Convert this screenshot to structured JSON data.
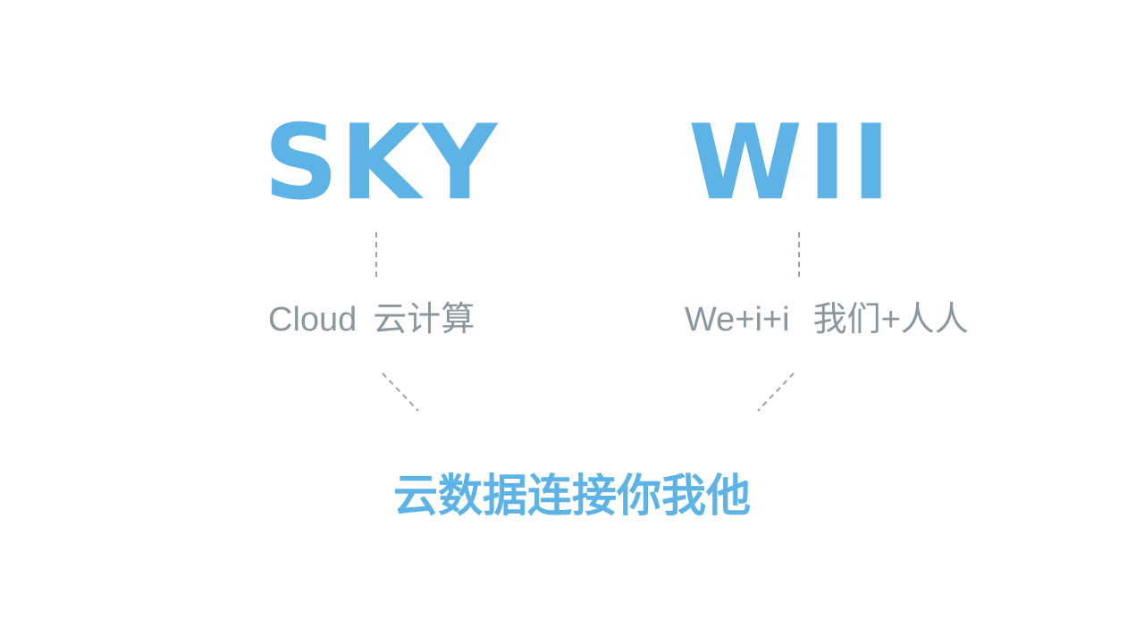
{
  "left": {
    "brand": "SKY",
    "caption_en": "Cloud",
    "caption_cn": "云计算"
  },
  "right": {
    "brand": "WII",
    "caption_en": "We+i+i",
    "caption_cn": "我们+人人"
  },
  "slogan": "云数据连接你我他",
  "colors": {
    "brand_blue": "#5db3e6",
    "caption_gray": "#8a979f",
    "dash_gray": "#9aa3a8"
  }
}
